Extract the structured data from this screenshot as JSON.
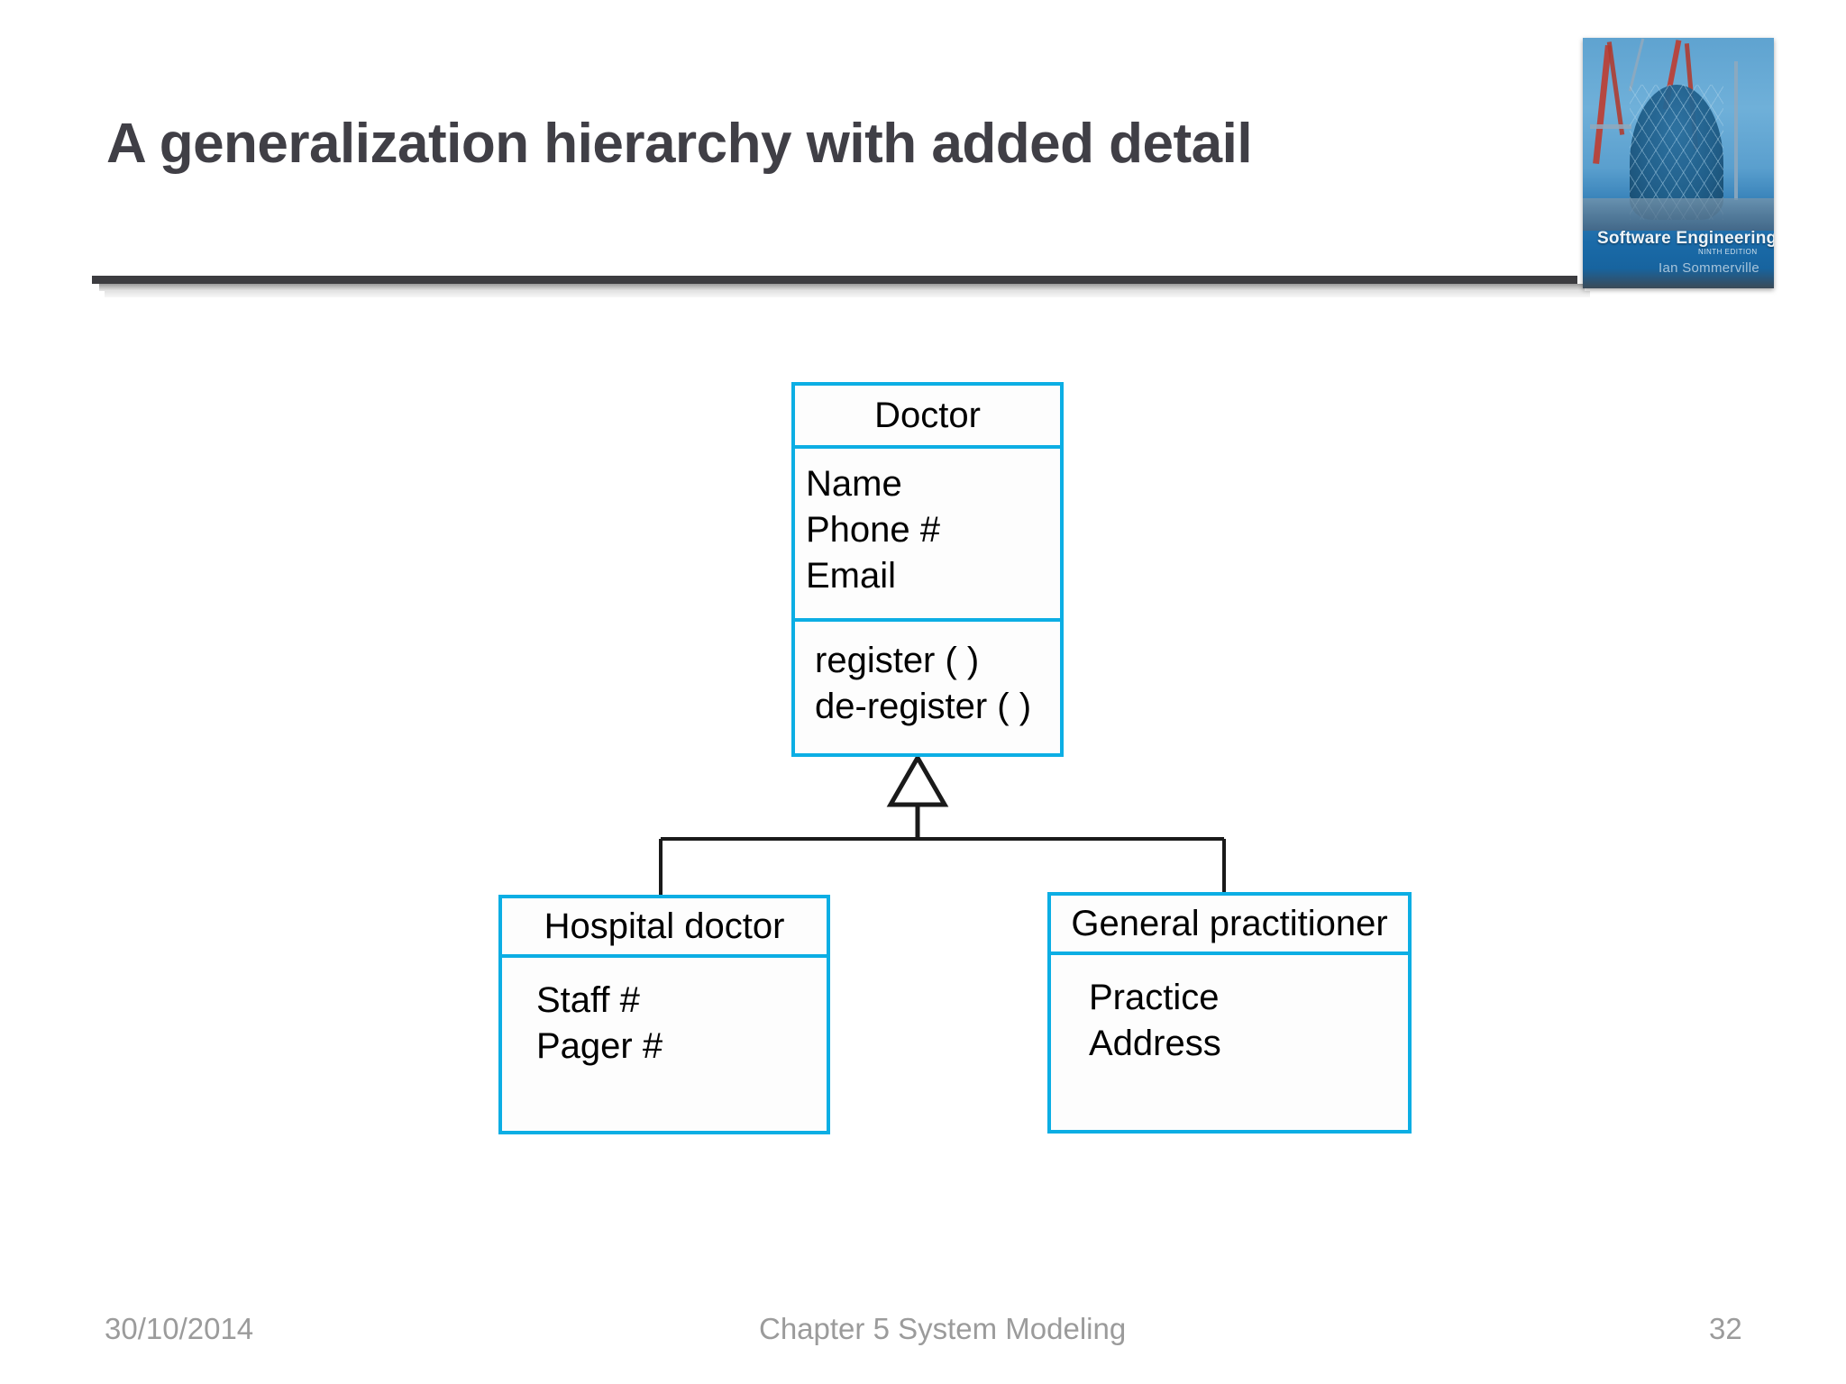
{
  "slide": {
    "title": "A generalization hierarchy with added detail",
    "background_color": "#ffffff",
    "title_color": "#403F46",
    "accent_color": "#0CAEE4",
    "rule_color": "#3C3C40"
  },
  "book_cover": {
    "title": "Software Engineering",
    "edition": "NINTH EDITION",
    "author": "Ian Sommerville"
  },
  "diagram": {
    "type": "uml-class-diagram",
    "relationship": "generalization",
    "classes": [
      {
        "id": "doctor",
        "name": "Doctor",
        "role": "superclass",
        "attributes": [
          "Name",
          "Phone #",
          "Email"
        ],
        "operations": [
          "register ( )",
          "de-register ( )"
        ]
      },
      {
        "id": "hospital-doctor",
        "name": "Hospital doctor",
        "role": "subclass",
        "attributes": [
          "Staff #",
          "Pager #"
        ],
        "operations": []
      },
      {
        "id": "general-practitioner",
        "name": "General practitioner",
        "role": "subclass",
        "attributes": [
          "Practice",
          "Address"
        ],
        "operations": []
      }
    ]
  },
  "footer": {
    "date": "30/10/2014",
    "chapter": "Chapter 5 System Modeling",
    "page": "32"
  }
}
